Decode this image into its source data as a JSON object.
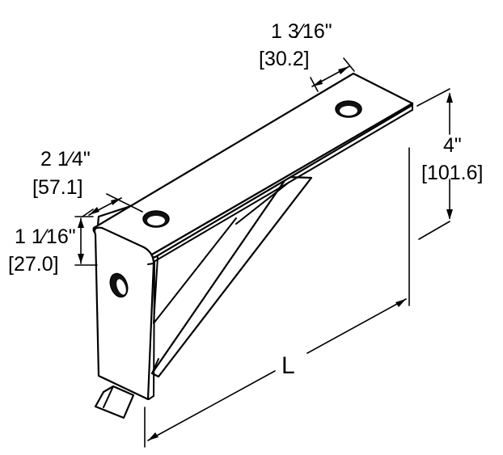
{
  "dimensions": {
    "top_hole_spacing": {
      "imperial": "1 3⁄16\"",
      "metric": "[30.2]"
    },
    "edge_to_hole": {
      "imperial": "2 1⁄4\"",
      "metric": "[57.1]"
    },
    "flange_height": {
      "imperial": "1 1⁄16\"",
      "metric": "[27.0]"
    },
    "overall_height": {
      "imperial": "4\"",
      "metric": "[101.6]"
    },
    "length": {
      "label": "L"
    }
  },
  "colors": {
    "line": "#000000",
    "background": "#ffffff",
    "fill": "#ffffff"
  }
}
